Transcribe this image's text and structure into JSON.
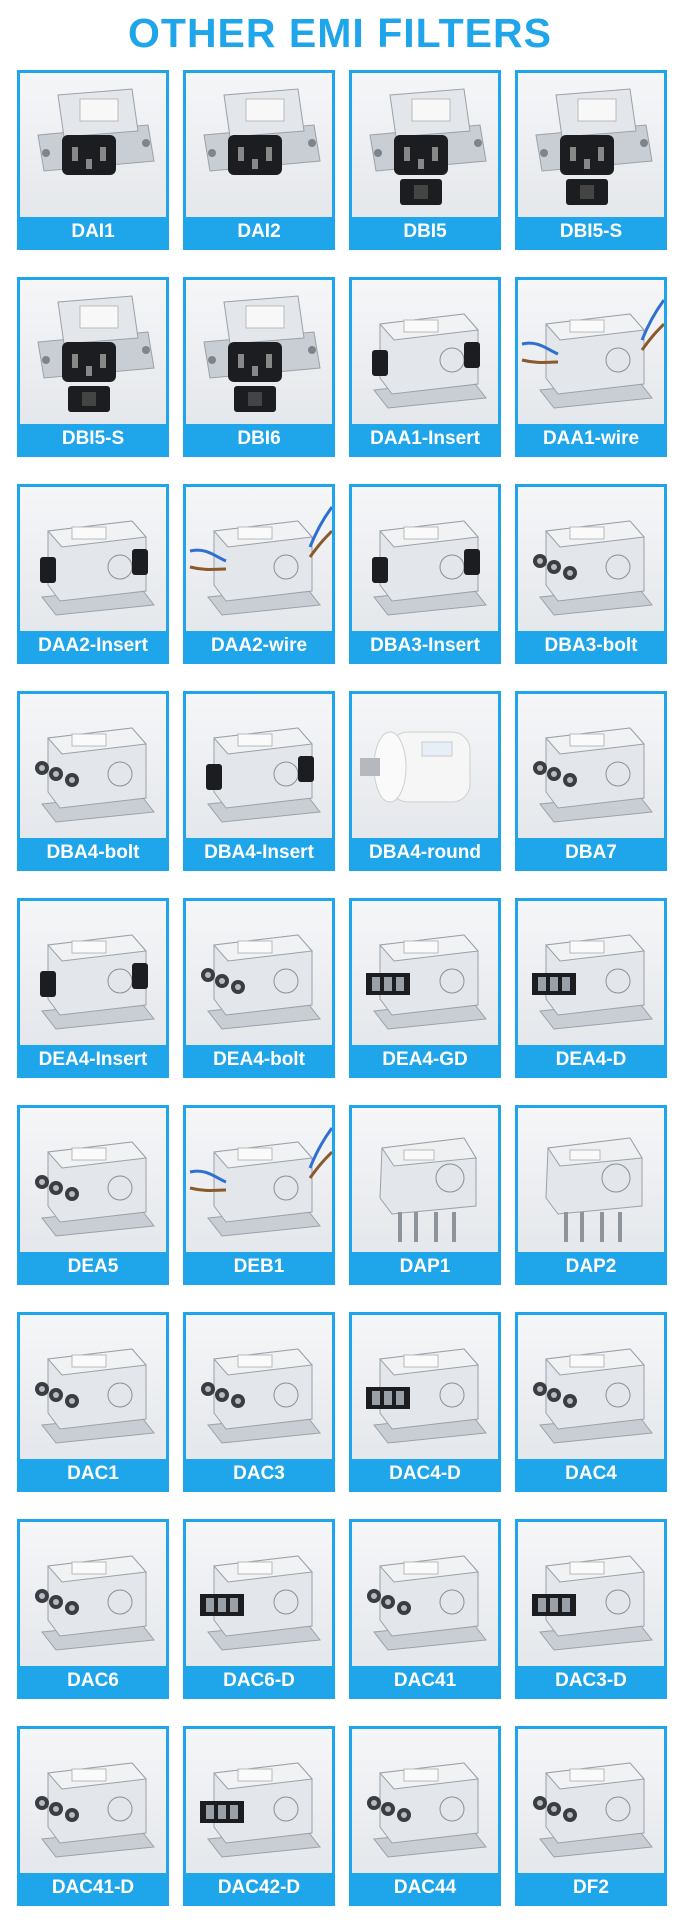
{
  "title": "OTHER EMI FILTERS",
  "colors": {
    "accent": "#1fa5ea",
    "label_text": "#ffffff",
    "photo_bg": "#eef0f3"
  },
  "products": [
    {
      "label": "DAI1",
      "style": "socket"
    },
    {
      "label": "DAI2",
      "style": "socket"
    },
    {
      "label": "DBI5",
      "style": "socket-switch"
    },
    {
      "label": "DBI5-S",
      "style": "socket-switch"
    },
    {
      "label": "DBI5-S",
      "style": "socket-switch"
    },
    {
      "label": "DBI6",
      "style": "socket-switch"
    },
    {
      "label": "DAA1-Insert",
      "style": "box-insert"
    },
    {
      "label": "DAA1-wire",
      "style": "box-wire"
    },
    {
      "label": "DAA2-Insert",
      "style": "box-insert"
    },
    {
      "label": "DAA2-wire",
      "style": "box-wire"
    },
    {
      "label": "DBA3-Insert",
      "style": "box-insert"
    },
    {
      "label": "DBA3-bolt",
      "style": "box-bolt"
    },
    {
      "label": "DBA4-bolt",
      "style": "box-bolt"
    },
    {
      "label": "DBA4-Insert",
      "style": "box-insert"
    },
    {
      "label": "DBA4-round",
      "style": "round"
    },
    {
      "label": "DBA7",
      "style": "box-bolt"
    },
    {
      "label": "DEA4-Insert",
      "style": "box-insert"
    },
    {
      "label": "DEA4-bolt",
      "style": "box-bolt"
    },
    {
      "label": "DEA4-GD",
      "style": "box-terminal"
    },
    {
      "label": "DEA4-D",
      "style": "box-terminal"
    },
    {
      "label": "DEA5",
      "style": "box-bolt"
    },
    {
      "label": "DEB1",
      "style": "box-wire"
    },
    {
      "label": "DAP1",
      "style": "pcb"
    },
    {
      "label": "DAP2",
      "style": "pcb"
    },
    {
      "label": "DAC1",
      "style": "box-bolt"
    },
    {
      "label": "DAC3",
      "style": "box-bolt"
    },
    {
      "label": "DAC4-D",
      "style": "box-terminal"
    },
    {
      "label": "DAC4",
      "style": "box-bolt"
    },
    {
      "label": "DAC6",
      "style": "box-bolt"
    },
    {
      "label": "DAC6-D",
      "style": "box-terminal"
    },
    {
      "label": "DAC41",
      "style": "box-bolt"
    },
    {
      "label": "DAC3-D",
      "style": "box-terminal"
    },
    {
      "label": "DAC41-D",
      "style": "box-bolt"
    },
    {
      "label": "DAC42-D",
      "style": "box-terminal"
    },
    {
      "label": "DAC44",
      "style": "box-bolt"
    },
    {
      "label": "DF2",
      "style": "box-bolt"
    }
  ]
}
